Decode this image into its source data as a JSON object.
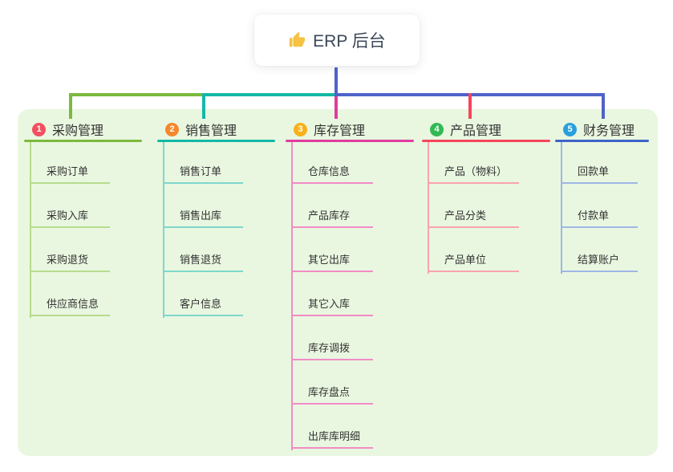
{
  "root": {
    "icon": "thumbs-up-icon",
    "label": "ERP 后台"
  },
  "branches": [
    {
      "num": "1",
      "label": "采购管理",
      "badge_color": "#f2505f",
      "line_color": "#7cb93e",
      "child_line_color": "#b6dc8e",
      "children": [
        "采购订单",
        "采购入库",
        "采购退货",
        "供应商信息"
      ]
    },
    {
      "num": "2",
      "label": "销售管理",
      "badge_color": "#f6872d",
      "line_color": "#14b8a6",
      "child_line_color": "#7fd7cc",
      "children": [
        "销售订单",
        "销售出库",
        "销售退货",
        "客户信息"
      ]
    },
    {
      "num": "3",
      "label": "库存管理",
      "badge_color": "#f8b01c",
      "line_color": "#e03c9f",
      "child_line_color": "#f18cc6",
      "children": [
        "仓库信息",
        "产品库存",
        "其它出库",
        "其它入库",
        "库存调拨",
        "库存盘点",
        "出库库明细"
      ]
    },
    {
      "num": "4",
      "label": "产品管理",
      "badge_color": "#33b954",
      "line_color": "#f4465c",
      "child_line_color": "#f9a3ad",
      "children": [
        "产品（物料）",
        "产品分类",
        "产品单位"
      ]
    },
    {
      "num": "5",
      "label": "财务管理",
      "badge_color": "#29a0dd",
      "line_color": "#3e63c8",
      "child_line_color": "#9fb6e6",
      "children": [
        "回款单",
        "付款单",
        "结算账户"
      ]
    }
  ],
  "colors": {
    "page_bg": "#ffffff",
    "panel_bg": "#e9f7e0",
    "connector": "#4f63c8",
    "root_text": "#3c4858",
    "text": "#333333",
    "thumb_icon": "#f6c243"
  }
}
